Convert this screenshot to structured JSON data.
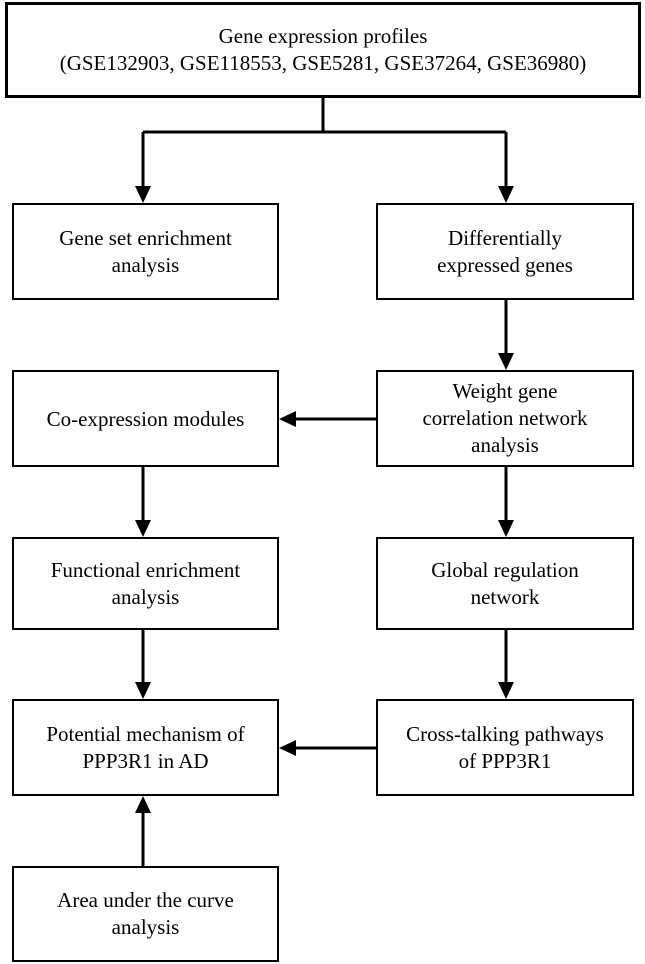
{
  "boxes": {
    "top": {
      "line1": "Gene expression profiles",
      "line2": "(GSE132903, GSE118553, GSE5281, GSE37264, GSE36980)"
    },
    "gsea": {
      "line1": "Gene set enrichment",
      "line2": "analysis"
    },
    "deg": {
      "line1": "Differentially",
      "line2": "expressed genes"
    },
    "coexpression": {
      "line1": "Co-expression modules"
    },
    "wgcna": {
      "line1": "Weight gene",
      "line2": "correlation network",
      "line3": "analysis"
    },
    "functional": {
      "line1": "Functional enrichment",
      "line2": "analysis"
    },
    "global": {
      "line1": "Global regulation",
      "line2": "network"
    },
    "mechanism": {
      "line1": "Potential mechanism of",
      "line2": "PPP3R1 in AD"
    },
    "crosstalk": {
      "line1": "Cross-talking pathways",
      "line2": "of PPP3R1"
    },
    "auc": {
      "line1": "Area under the curve",
      "line2": "analysis"
    }
  }
}
